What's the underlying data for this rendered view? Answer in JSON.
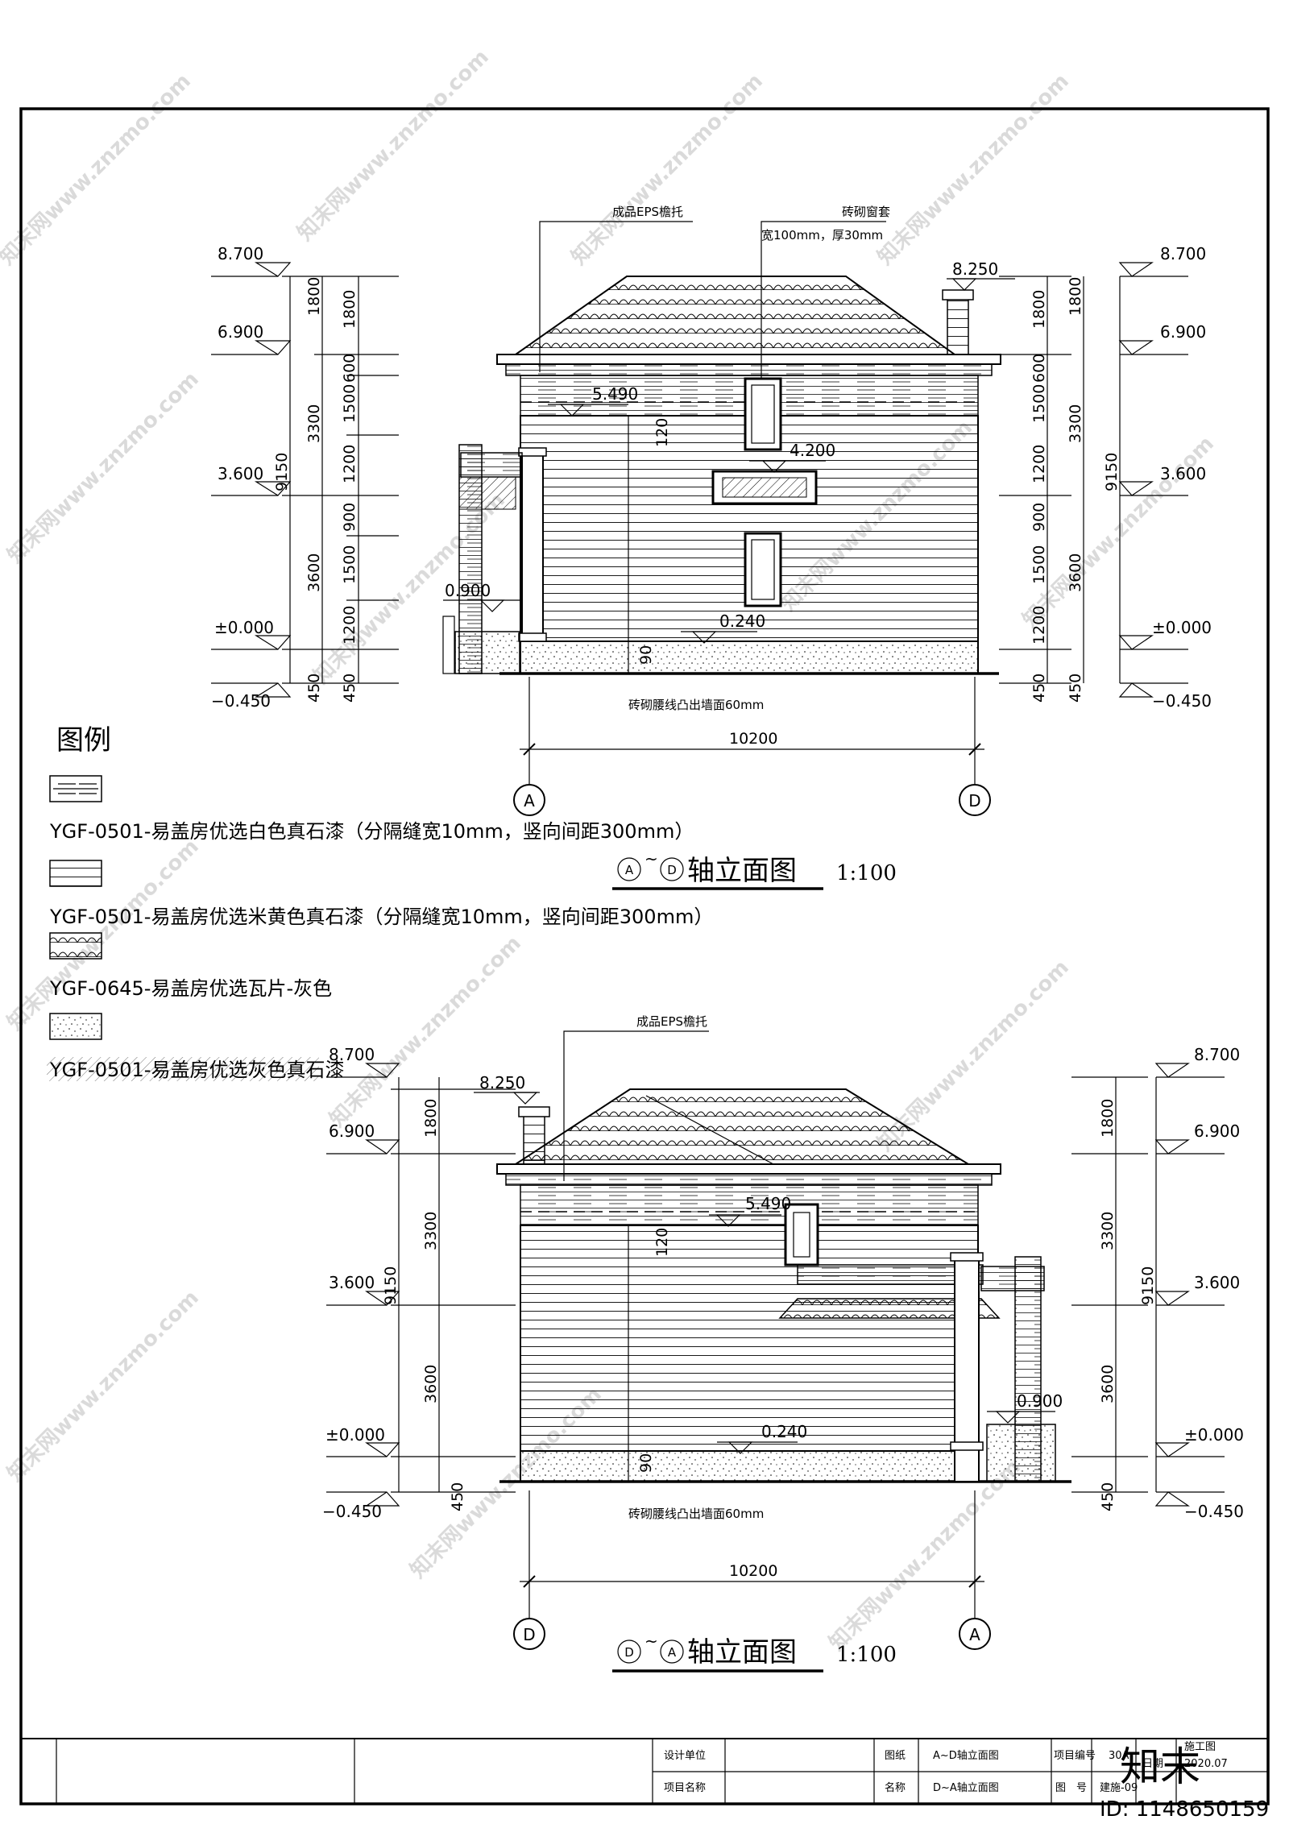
{
  "elev1": {
    "levels_left": [
      "8.700",
      "6.900",
      "3.600",
      "±0.000",
      "−0.450"
    ],
    "levels_right": [
      "8.700",
      "6.900",
      "3.600",
      "±0.000",
      "−0.450"
    ],
    "inner_levels": [
      "8.250",
      "5.490",
      "4.200",
      "0.900",
      "0.240"
    ],
    "dims_a": [
      "1800",
      "3300",
      "3600",
      "450"
    ],
    "dims_b": [
      "1800",
      "600",
      "1500",
      "1200",
      "900",
      "1500",
      "1200",
      "450"
    ],
    "dim_total": "9150",
    "dim_120": "120",
    "dim_90": "90",
    "callout_eaves": "成品EPS檐托",
    "callout_window": "砖砌窗套",
    "callout_window2": "宽100mm，厚30mm",
    "callout_waist": "砖砌腰线凸出墙面60mm",
    "width": "10200",
    "axis_left": "A",
    "axis_right": "D",
    "title_a": "A",
    "title_b": "D",
    "title_text": "轴立面图",
    "scale": "1:100"
  },
  "elev2": {
    "levels_left": [
      "8.700",
      "6.900",
      "3.600",
      "±0.000",
      "−0.450"
    ],
    "levels_right": [
      "8.700",
      "6.900",
      "3.600",
      "±0.000",
      "−0.450"
    ],
    "inner_levels": [
      "8.250",
      "5.490",
      "0.900",
      "0.240"
    ],
    "dims_a": [
      "1800",
      "3300",
      "3600",
      "450"
    ],
    "dim_total": "9150",
    "dim_120": "120",
    "dim_90": "90",
    "callout_eaves": "成品EPS檐托",
    "callout_waist": "砖砌腰线凸出墙面60mm",
    "width": "10200",
    "axis_left": "D",
    "axis_right": "A",
    "title_a": "D",
    "title_b": "A",
    "title_text": "轴立面图",
    "scale": "1:100"
  },
  "legend": {
    "heading": "图例",
    "items": [
      "YGF-0501-易盖房优选白色真石漆（分隔缝宽10mm，竖向间距300mm）",
      "YGF-0501-易盖房优选米黄色真石漆（分隔缝宽10mm，竖向间距300mm）",
      "YGF-0645-易盖房优选瓦片-灰色",
      "YGF-0501-易盖房优选灰色真石漆"
    ]
  },
  "titleblock": {
    "design_unit": "设计单位",
    "project_name": "项目名称",
    "drawing_label": "图纸",
    "name_label": "名称",
    "drawing_name_1": "A~D轴立面图",
    "drawing_name_2": "D~A轴立面图",
    "project_no_label": "项目编号",
    "project_no": "30A",
    "drawing_no_label": "图　号",
    "drawing_no": "建施-09",
    "date_label": "日期",
    "date": "2020.07",
    "stage": "施工图"
  },
  "watermark": {
    "text": "知末网www.znzmo.com",
    "brand": "知末",
    "id": "ID: 1148650159"
  }
}
